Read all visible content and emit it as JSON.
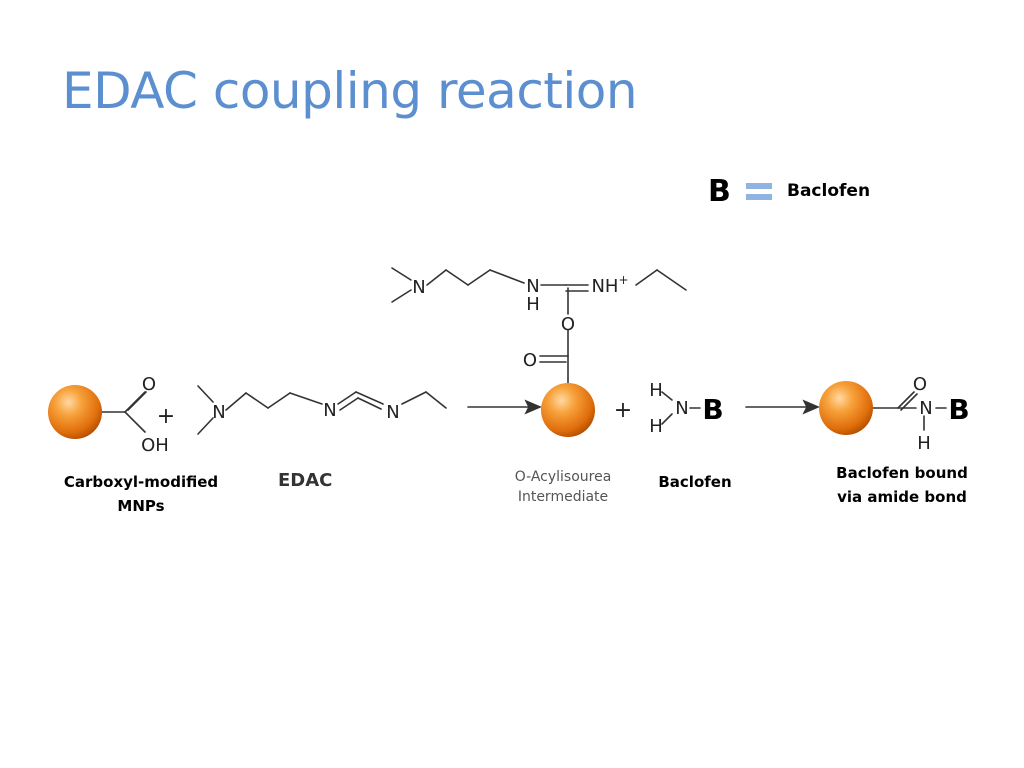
{
  "slide": {
    "title": "EDAC coupling reaction",
    "legend": {
      "symbol": "B",
      "meaning": "Baclofen"
    },
    "labels": {
      "mnp_line1": "Carboxyl-modified",
      "mnp_line2": "MNPs",
      "edac": "EDAC",
      "intermediate_line1": "O-Acylisourea",
      "intermediate_line2": "Intermediate",
      "baclofen": "Baclofen",
      "product_line1": "Baclofen bound",
      "product_line2": "via amide bond"
    },
    "atoms": {
      "O": "O",
      "OH": "OH",
      "N": "N",
      "H": "H",
      "NH_plus": "NH",
      "plus_sign": "+",
      "B": "B"
    },
    "colors": {
      "title": "#5b8fd0",
      "legend_equals": "#8fb4e3",
      "particle": "#f08a1c"
    }
  }
}
